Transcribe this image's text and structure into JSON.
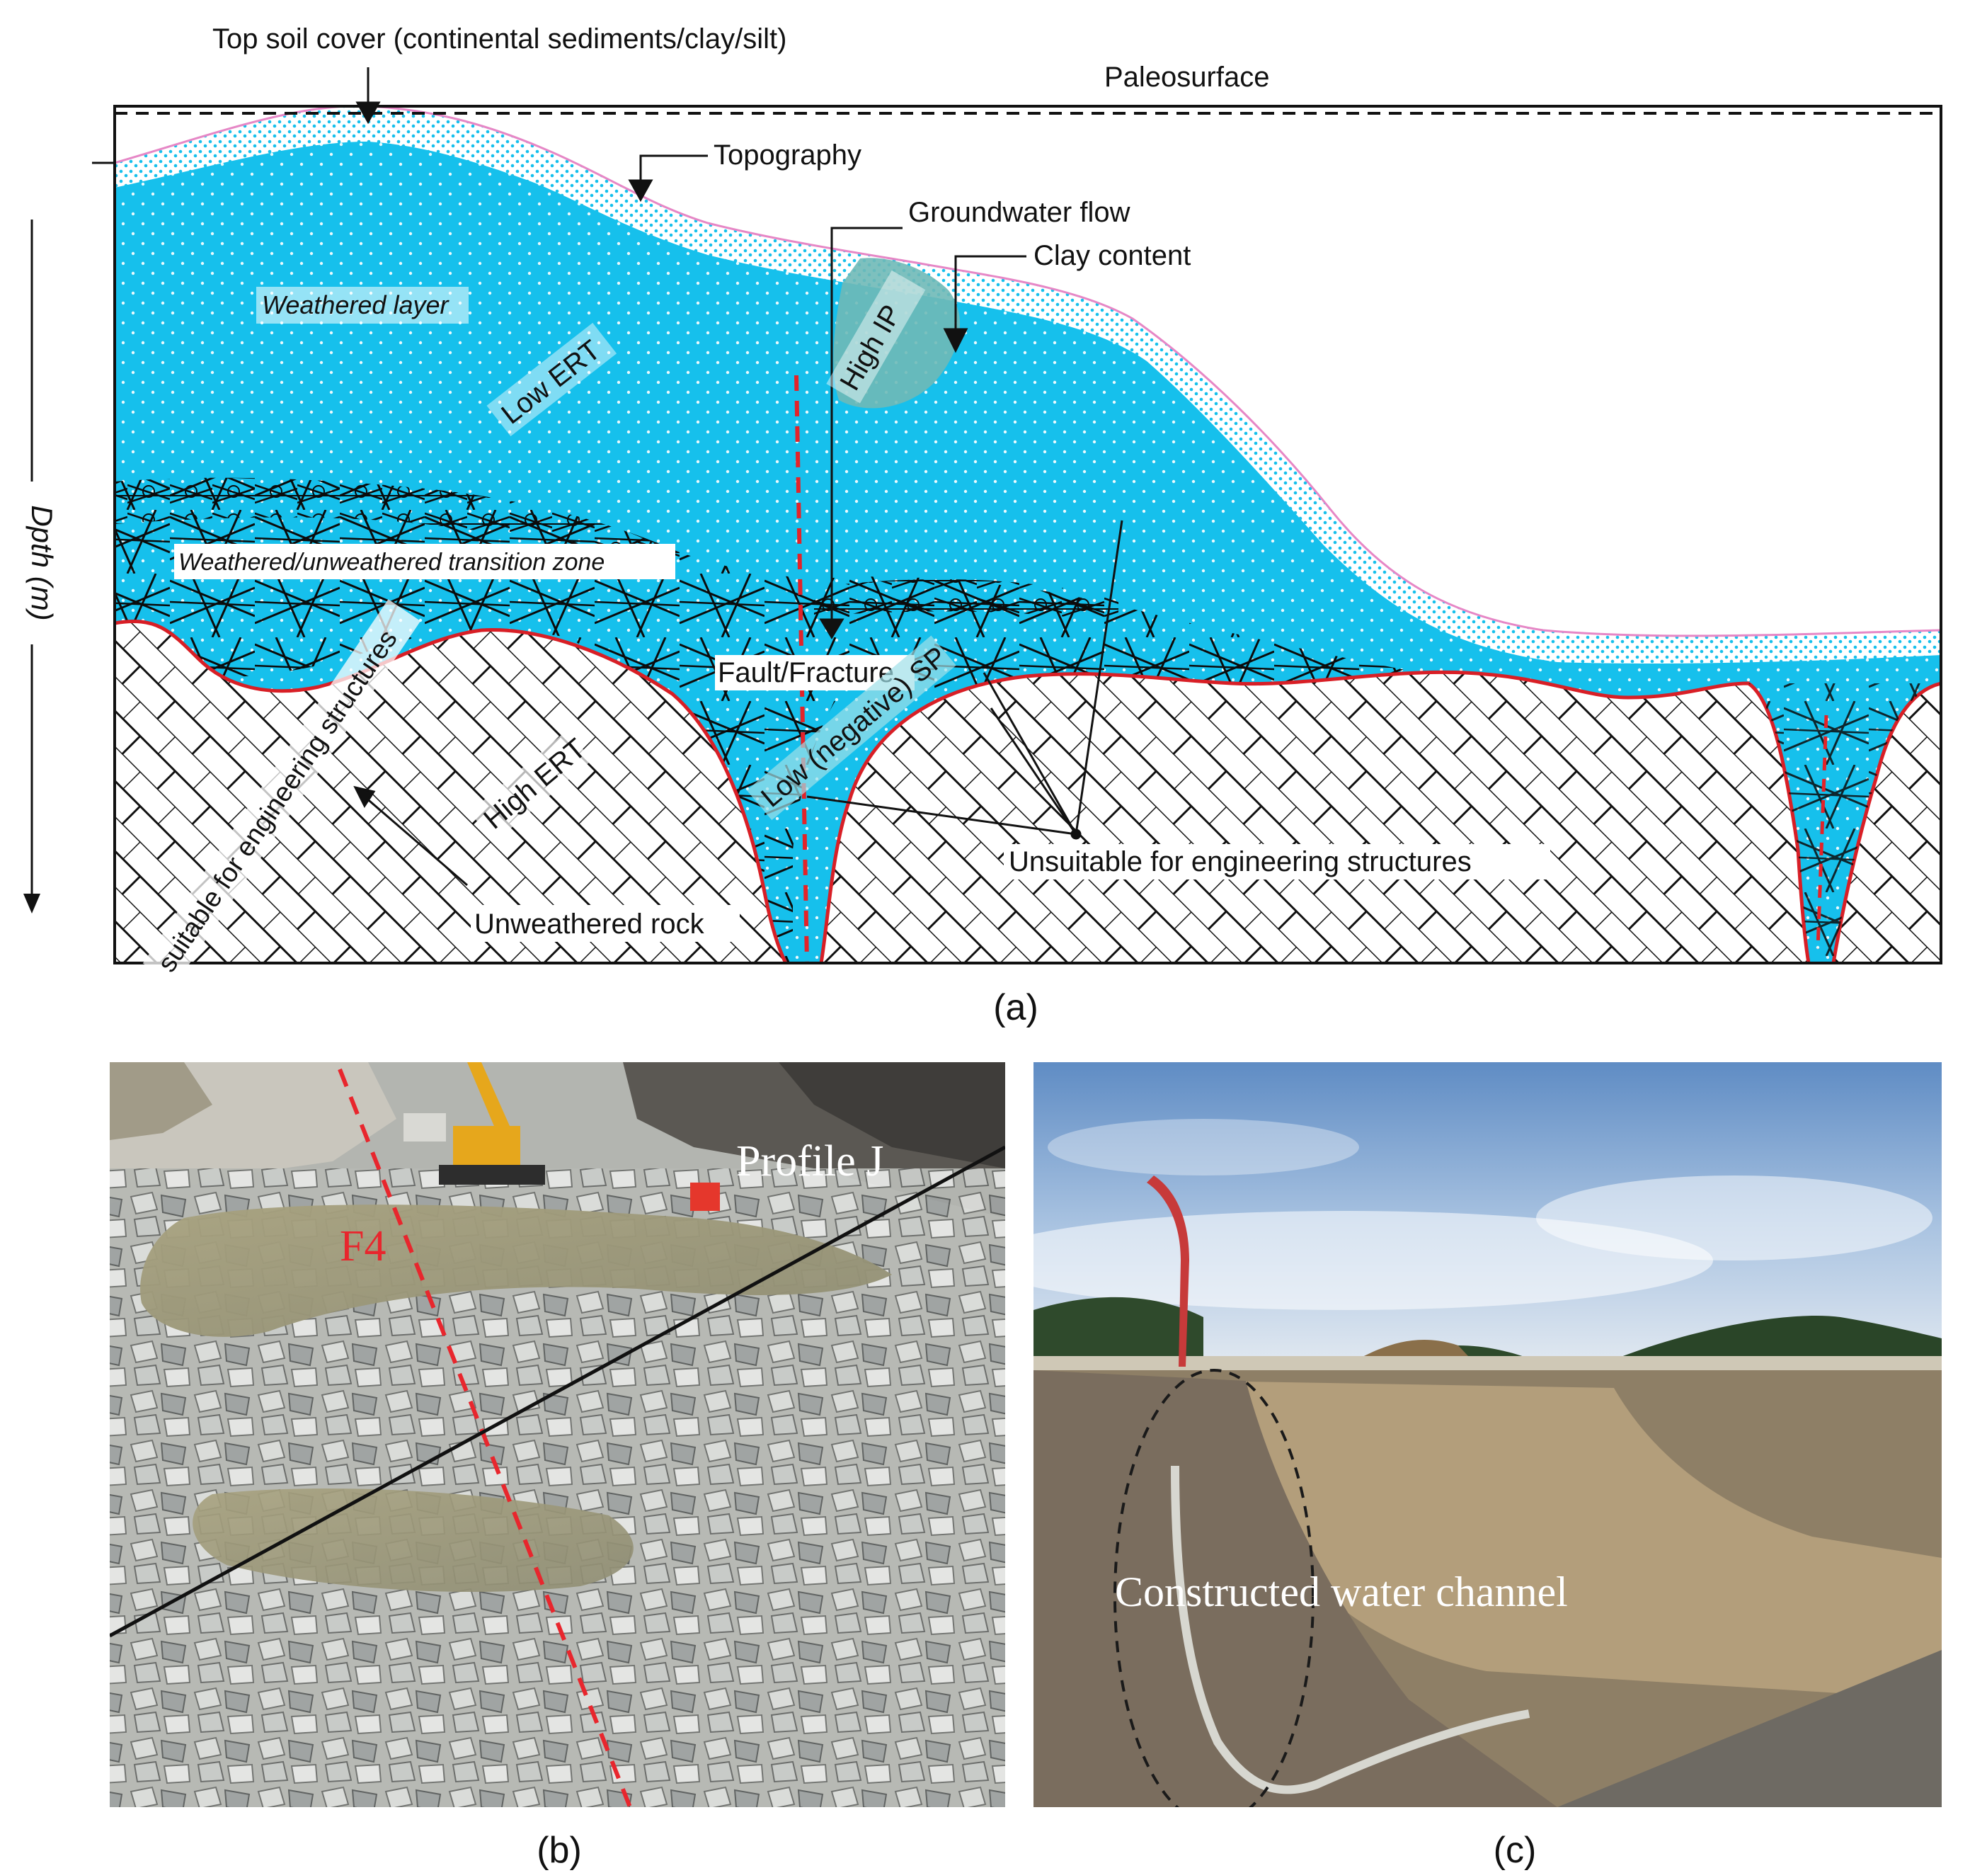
{
  "panel_a": {
    "top_soil": "Top soil cover (continental sediments/clay/silt)",
    "paleosurface": "Paleosurface",
    "topography": "Topography",
    "groundwater_flow": "Groundwater flow",
    "clay_content": "Clay content",
    "weathered_layer": "Weathered layer",
    "low_ert": "Low ERT",
    "high_ip": "High IP",
    "transition_zone": "Weathered/unweathered transition zone",
    "fault_fracture": "Fault/Fracture",
    "low_negative_sp": "Low (negative) SP",
    "high_ert": "High ERT",
    "suitable": "suitable for engineering structures",
    "unsuitable": "Unsuitable for engineering structures",
    "unweathered_rock": "Unweathered rock",
    "depth_axis": "Dpth (m)",
    "caption": "(a)",
    "colors": {
      "weathered": "#16c0ec",
      "topsoil": "#ffffff",
      "rock_boundary": "#d81f26",
      "ip_zone": "#6fb9b7"
    }
  },
  "panel_b": {
    "profile_label": "Profile J",
    "fault_label": "F4",
    "caption": "(b)",
    "colors": {
      "fault_line": "#e8262d"
    }
  },
  "panel_c": {
    "channel_label": "Constructed water channel",
    "caption": "(c)"
  }
}
